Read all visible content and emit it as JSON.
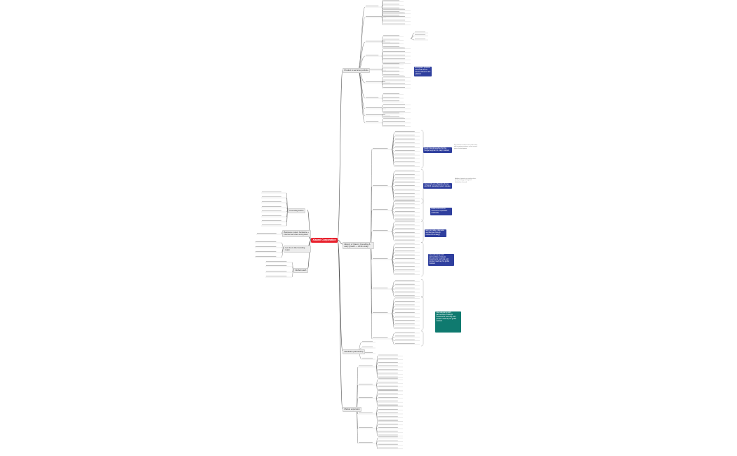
{
  "root": "Xiaomi Corporation",
  "branches": {
    "b1": "Product & services portfolio",
    "b2": "History of Xiaomi: Founding & early growth — 2010–today",
    "b3": "Hardware partnership",
    "b4": "Market expansion",
    "l1": "Founding & IPO",
    "l2": "Business model: hardware + internet services ecosystem",
    "l3": "Lei Jun & the founding team",
    "l4": "Global reach"
  },
  "notes": {
    "n1": "Ecosystem products and smart-home devices linked to IoT platform",
    "n2": "Redmi brand launched for the budget segment in major markets",
    "n3": "Xiaomi Mi series flagship phones and MIUI operating system release",
    "n4": "Retail stores and e-commerce expansion worldwide",
    "n5": "Entry to India, Indonesia and Europe through online-first strategy",
    "n6": "International growth, partnerships, strategic investments and long-term product roadmap for global markets"
  },
  "comments": {
    "c1": "Key milestone notes for the product line and ecosystem partners across several years of development",
    "c2": "Additional remarks on market share, pricing strategy and regional distribution channels"
  }
}
